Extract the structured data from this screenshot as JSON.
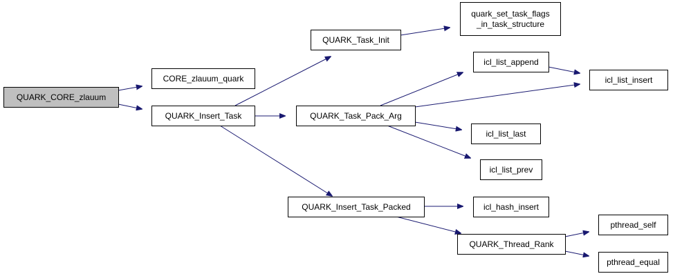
{
  "diagram": {
    "colors": {
      "edge": "#191970",
      "node_border": "#000000",
      "node_fill": "#ffffff",
      "root_fill": "#bfbfbf",
      "text": "#000000"
    },
    "nodes": [
      {
        "id": "quark-core-zlauum",
        "lines": [
          "QUARK_CORE_zlauum"
        ],
        "root": true
      },
      {
        "id": "core-zlauum-quark",
        "lines": [
          "CORE_zlauum_quark"
        ]
      },
      {
        "id": "quark-insert-task",
        "lines": [
          "QUARK_Insert_Task"
        ]
      },
      {
        "id": "quark-task-init",
        "lines": [
          "QUARK_Task_Init"
        ]
      },
      {
        "id": "quark-task-pack-arg",
        "lines": [
          "QUARK_Task_Pack_Arg"
        ]
      },
      {
        "id": "quark-insert-task-packed",
        "lines": [
          "QUARK_Insert_Task_Packed"
        ]
      },
      {
        "id": "quark-set-task-flags",
        "lines": [
          "quark_set_task_flags",
          "_in_task_structure"
        ]
      },
      {
        "id": "icl-list-append",
        "lines": [
          "icl_list_append"
        ]
      },
      {
        "id": "icl-list-insert",
        "lines": [
          "icl_list_insert"
        ]
      },
      {
        "id": "icl-list-last",
        "lines": [
          "icl_list_last"
        ]
      },
      {
        "id": "icl-list-prev",
        "lines": [
          "icl_list_prev"
        ]
      },
      {
        "id": "icl-hash-insert",
        "lines": [
          "icl_hash_insert"
        ]
      },
      {
        "id": "quark-thread-rank",
        "lines": [
          "QUARK_Thread_Rank"
        ]
      },
      {
        "id": "pthread-self",
        "lines": [
          "pthread_self"
        ]
      },
      {
        "id": "pthread-equal",
        "lines": [
          "pthread_equal"
        ]
      }
    ],
    "edges": [
      {
        "from": "quark-core-zlauum",
        "to": "core-zlauum-quark"
      },
      {
        "from": "quark-core-zlauum",
        "to": "quark-insert-task"
      },
      {
        "from": "quark-insert-task",
        "to": "quark-task-init"
      },
      {
        "from": "quark-insert-task",
        "to": "quark-task-pack-arg"
      },
      {
        "from": "quark-insert-task",
        "to": "quark-insert-task-packed"
      },
      {
        "from": "quark-task-init",
        "to": "quark-set-task-flags"
      },
      {
        "from": "quark-task-pack-arg",
        "to": "icl-list-append"
      },
      {
        "from": "quark-task-pack-arg",
        "to": "icl-list-insert"
      },
      {
        "from": "quark-task-pack-arg",
        "to": "icl-list-last"
      },
      {
        "from": "quark-task-pack-arg",
        "to": "icl-list-prev"
      },
      {
        "from": "icl-list-append",
        "to": "icl-list-insert"
      },
      {
        "from": "quark-insert-task-packed",
        "to": "icl-hash-insert"
      },
      {
        "from": "quark-insert-task-packed",
        "to": "quark-thread-rank"
      },
      {
        "from": "quark-thread-rank",
        "to": "pthread-self"
      },
      {
        "from": "quark-thread-rank",
        "to": "pthread-equal"
      }
    ]
  }
}
